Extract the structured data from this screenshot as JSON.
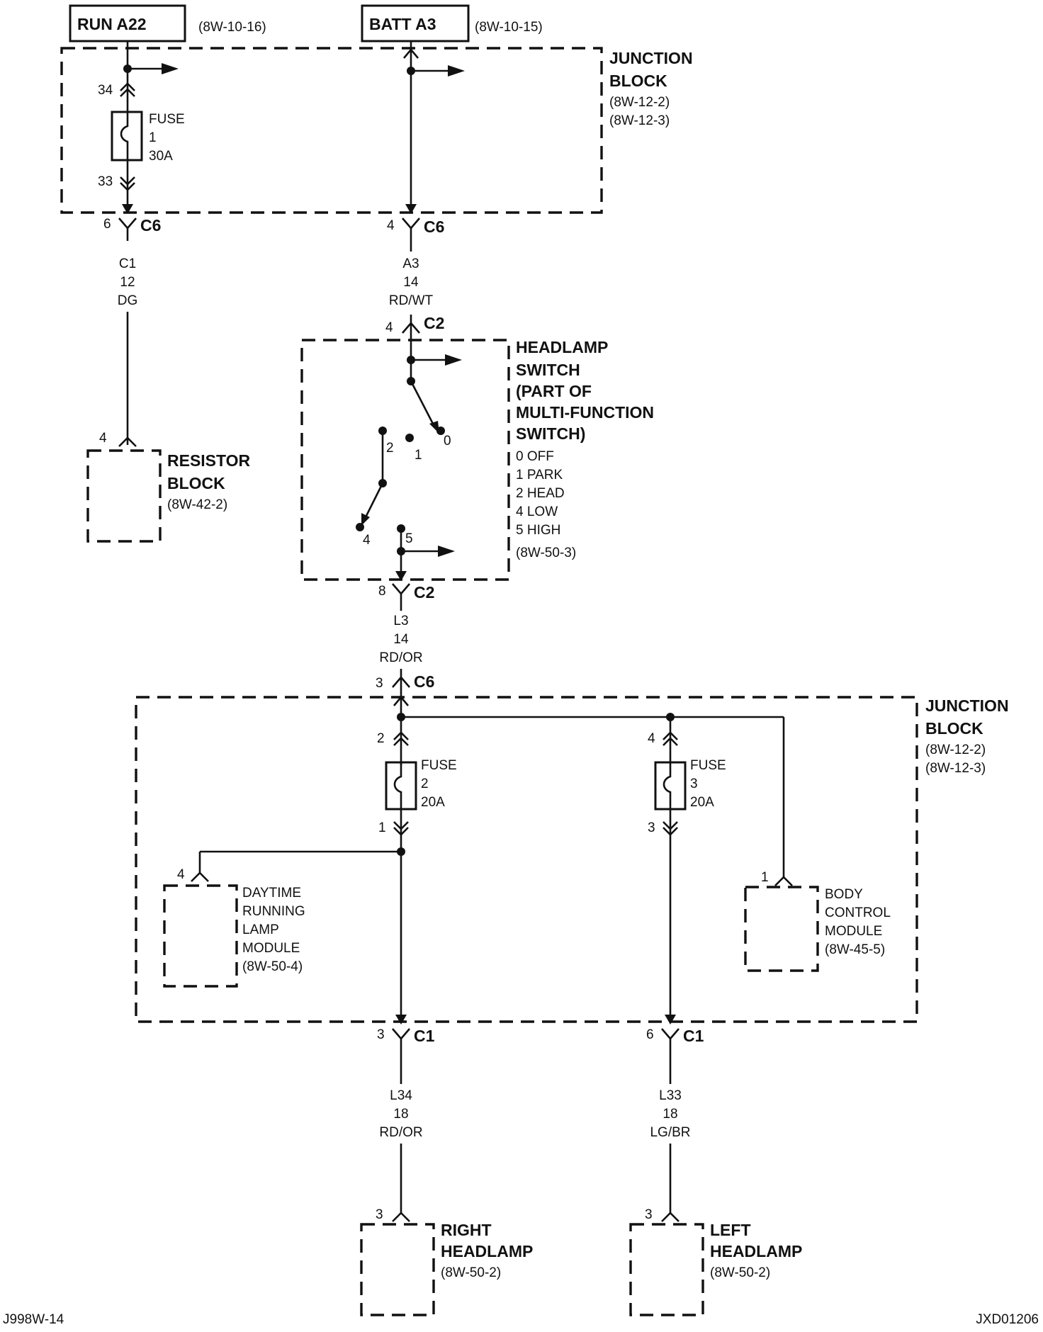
{
  "sources": {
    "run": {
      "label": "RUN A22",
      "ref": "(8W-10-16)"
    },
    "batt": {
      "label": "BATT A3",
      "ref": "(8W-10-15)"
    }
  },
  "junction_block_top": {
    "title_line1": "JUNCTION",
    "title_line2": "BLOCK",
    "ref1": "(8W-12-2)",
    "ref2": "(8W-12-3)",
    "fuse1": {
      "label": "FUSE",
      "number": "1",
      "rating": "30A",
      "pin_in": "34",
      "pin_out": "33"
    }
  },
  "connectors": {
    "c6_left": {
      "pin": "6",
      "name": "C6"
    },
    "c6_right": {
      "pin": "4",
      "name": "C6"
    },
    "c2_top": {
      "pin": "4",
      "name": "C2"
    },
    "c2_bottom": {
      "pin": "8",
      "name": "C2"
    },
    "c6_lower": {
      "pin": "3",
      "name": "C6"
    },
    "c1_left": {
      "pin": "3",
      "name": "C1"
    },
    "c1_right": {
      "pin": "6",
      "name": "C1"
    }
  },
  "wires": {
    "c1": {
      "circuit": "C1",
      "gauge": "12",
      "color": "DG"
    },
    "a3": {
      "circuit": "A3",
      "gauge": "14",
      "color": "RD/WT"
    },
    "l3": {
      "circuit": "L3",
      "gauge": "14",
      "color": "RD/OR"
    },
    "l34": {
      "circuit": "L34",
      "gauge": "18",
      "color": "RD/OR"
    },
    "l33": {
      "circuit": "L33",
      "gauge": "18",
      "color": "LG/BR"
    }
  },
  "resistor_block": {
    "pin": "4",
    "line1": "RESISTOR",
    "line2": "BLOCK",
    "ref": "(8W-42-2)"
  },
  "headlamp_switch": {
    "line1": "HEADLAMP",
    "line2": "SWITCH",
    "line3": "(PART OF",
    "line4": "MULTI-FUNCTION",
    "line5": "SWITCH)",
    "positions": [
      "0 OFF",
      "1 PARK",
      "2 HEAD",
      "4 LOW",
      "5 HIGH"
    ],
    "ref": "(8W-50-3)",
    "contact_labels": {
      "p0": "0",
      "p1": "1",
      "p2": "2",
      "p4": "4",
      "p5": "5"
    }
  },
  "junction_block_bottom": {
    "title_line1": "JUNCTION",
    "title_line2": "BLOCK",
    "ref1": "(8W-12-2)",
    "ref2": "(8W-12-3)",
    "fuse2": {
      "label": "FUSE",
      "number": "2",
      "rating": "20A",
      "pin_in": "2",
      "pin_out": "1"
    },
    "fuse3": {
      "label": "FUSE",
      "number": "3",
      "rating": "20A",
      "pin_in": "4",
      "pin_out": "3"
    }
  },
  "drl_module": {
    "pin": "4",
    "line1": "DAYTIME",
    "line2": "RUNNING",
    "line3": "LAMP",
    "line4": "MODULE",
    "ref": "(8W-50-4)"
  },
  "body_control_module": {
    "pin": "1",
    "line1": "BODY",
    "line2": "CONTROL",
    "line3": "MODULE",
    "ref": "(8W-45-5)"
  },
  "right_headlamp": {
    "pin": "3",
    "line1": "RIGHT",
    "line2": "HEADLAMP",
    "ref": "(8W-50-2)"
  },
  "left_headlamp": {
    "pin": "3",
    "line1": "LEFT",
    "line2": "HEADLAMP",
    "ref": "(8W-50-2)"
  },
  "footer": {
    "left_code": "J998W-14",
    "right_code": "JXD01206"
  }
}
